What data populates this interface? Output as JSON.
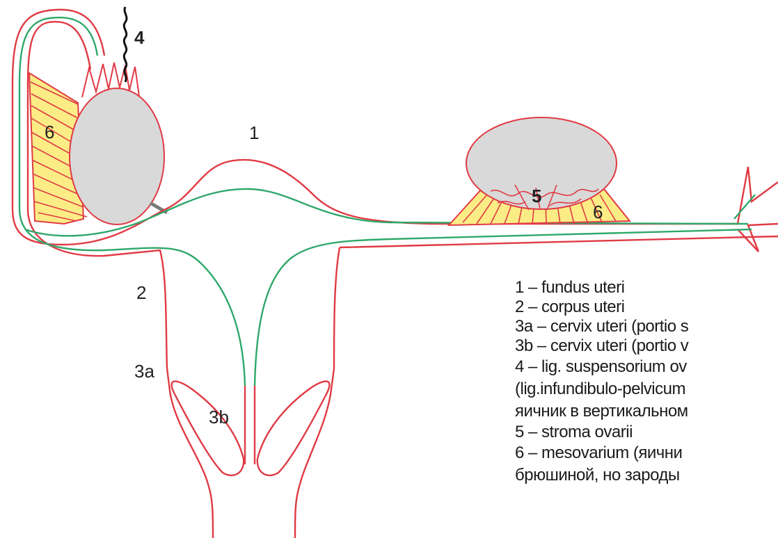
{
  "diagram": {
    "labels": {
      "fundus": "1",
      "corpus": "2",
      "cervix_a": "3a",
      "cervix_b": "3b",
      "ligament": "4",
      "stroma": "5",
      "mesovarium_left": "6",
      "mesovarium_right": "6"
    }
  },
  "legend": {
    "items": [
      "1 – fundus uteri",
      "2 – corpus uteri",
      "3a – cervix uteri (portio s",
      "3b – cervix uteri (portio v",
      "4 – lig. suspensorium ov",
      "(lig.infundibulo-pelvicum",
      "яичник в вертикальном",
      "5 –  stroma ovarii",
      "6 – mesovarium (яични",
      "брюшиной, но зароды"
    ]
  },
  "colors": {
    "peritoneum": "#e03a44",
    "uterus_lumen": "#2fa86a",
    "ovary_fill": "#d9d9d9",
    "mesovarium_fill": "#fbec86",
    "ligament": "#111111"
  }
}
